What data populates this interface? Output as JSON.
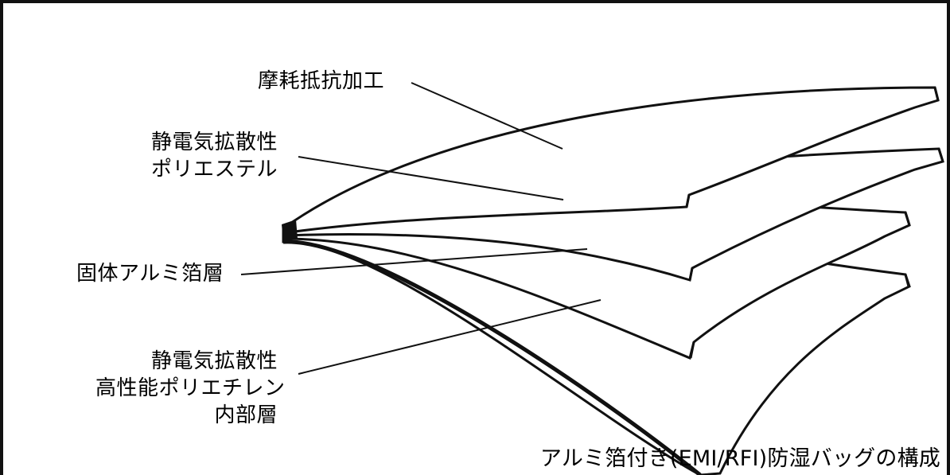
{
  "labels": {
    "abrasion": "摩耗抵抗加工",
    "polyester_line1": "静電気拡散性",
    "polyester_line2": "ポリエステル",
    "foil": "固体アルミ箔層",
    "inner_line1": "静電気拡散性",
    "inner_line2": "高性能ポリエチレン",
    "inner_line3": "内部層"
  },
  "caption": "アルミ箔付き(EMI/RFI)防湿バッグの構成",
  "colors": {
    "line": "#111111",
    "fill": "#ffffff",
    "background": "#ffffff"
  }
}
